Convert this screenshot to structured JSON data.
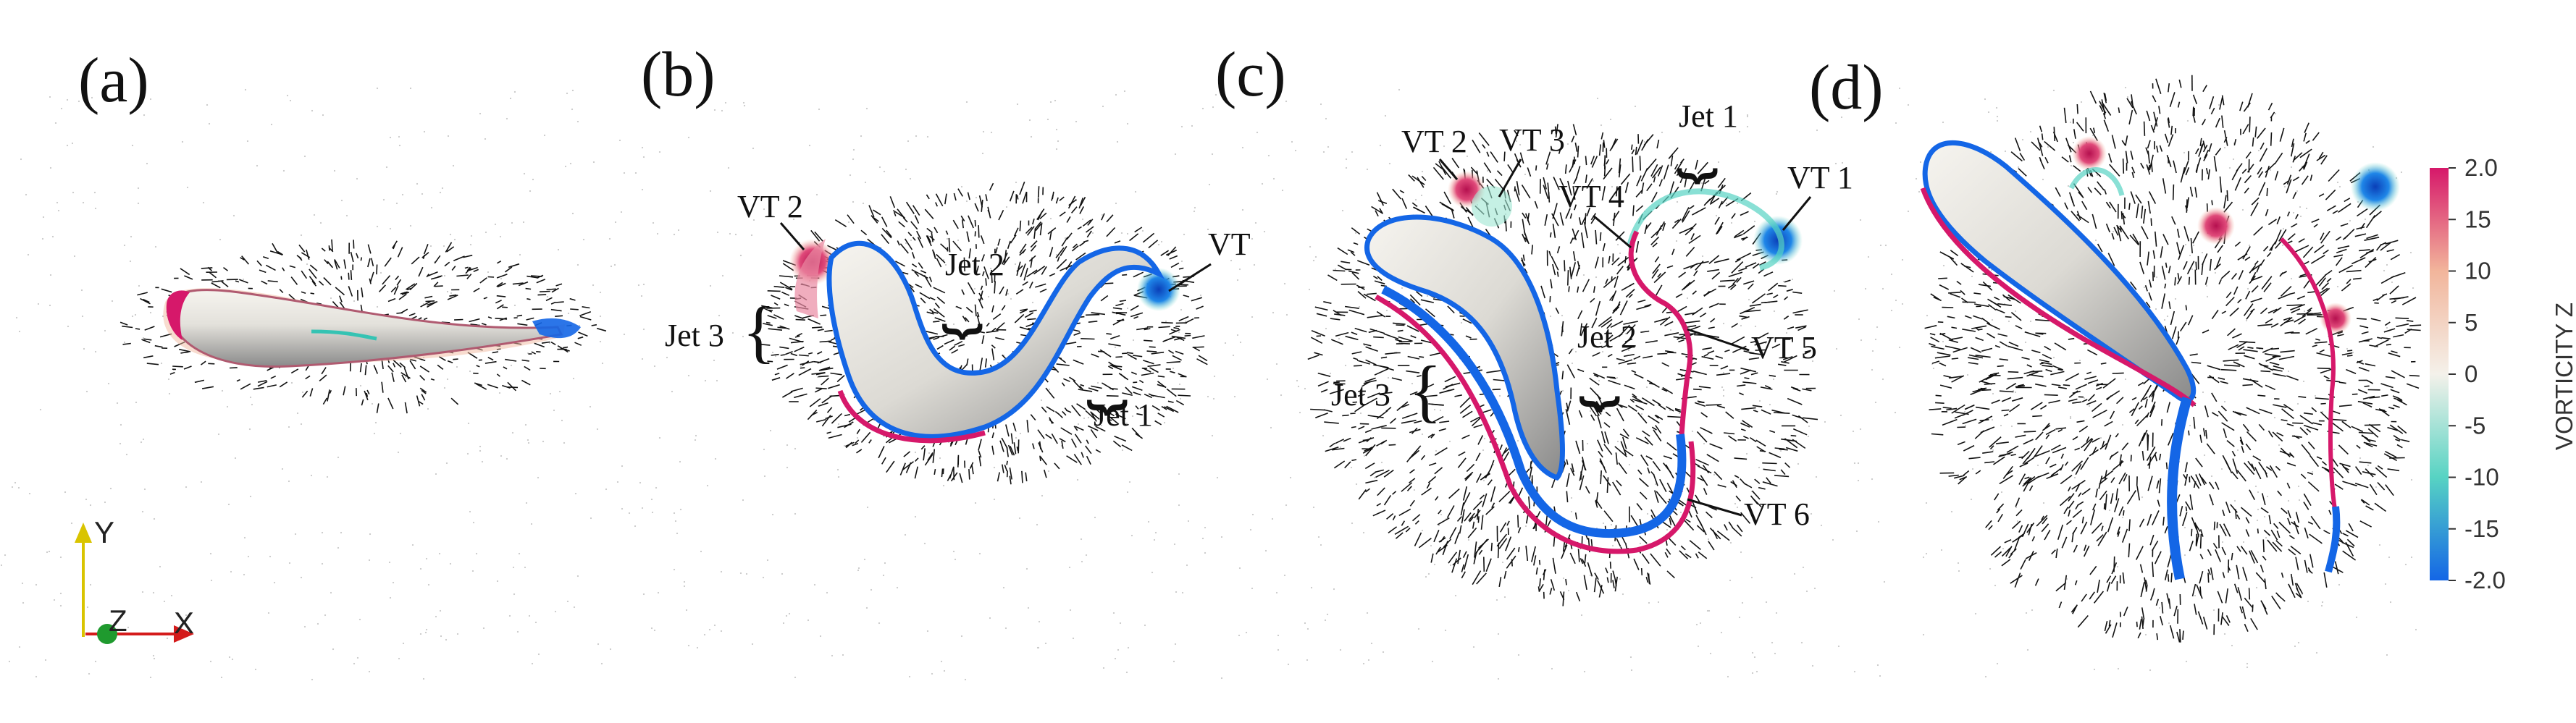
{
  "panels": [
    {
      "id": "a",
      "label": "(a)"
    },
    {
      "id": "b",
      "label": "(b)"
    },
    {
      "id": "c",
      "label": "(c)"
    },
    {
      "id": "d",
      "label": "(d)"
    }
  ],
  "annotations": {
    "b": {
      "vt2": "VT 2",
      "vt": "VT",
      "jet1": "Jet 1",
      "jet2": "Jet 2",
      "jet3": "Jet 3"
    },
    "c": {
      "vt1": "VT 1",
      "vt2": "VT 2",
      "vt3": "VT 3",
      "vt4": "VT 4",
      "vt5": "VT 5",
      "vt6": "VT 6",
      "jet1": "Jet 1",
      "jet2": "Jet 2",
      "jet3": "Jet 3"
    }
  },
  "braces": {
    "curly_open": "{",
    "tilde": "⏟"
  },
  "axes": {
    "y": "Y",
    "z": "Z",
    "x": "X"
  },
  "colorbar": {
    "title": "VORTICITY Z",
    "ticks": [
      "2.0",
      "15",
      "10",
      "5",
      "0",
      "-5",
      "-10",
      "-15",
      "-2.0"
    ],
    "colors": {
      "top": "#d6186a",
      "mid": "#f4f1ea",
      "bottom": "#1466e6",
      "upper_mid": "#f2b59b",
      "lower_mid": "#57d3c3"
    }
  },
  "colors": {
    "body_light": "#f3f1ec",
    "body_dark": "#8f8f8f",
    "positive_vorticity": "#d6186a",
    "negative_vorticity": "#1466e6",
    "teal": "#35c3b3",
    "arrow": "#111111",
    "axis_y": "#d9c400",
    "axis_z": "#1f9a2e",
    "axis_x": "#d41b1b"
  }
}
